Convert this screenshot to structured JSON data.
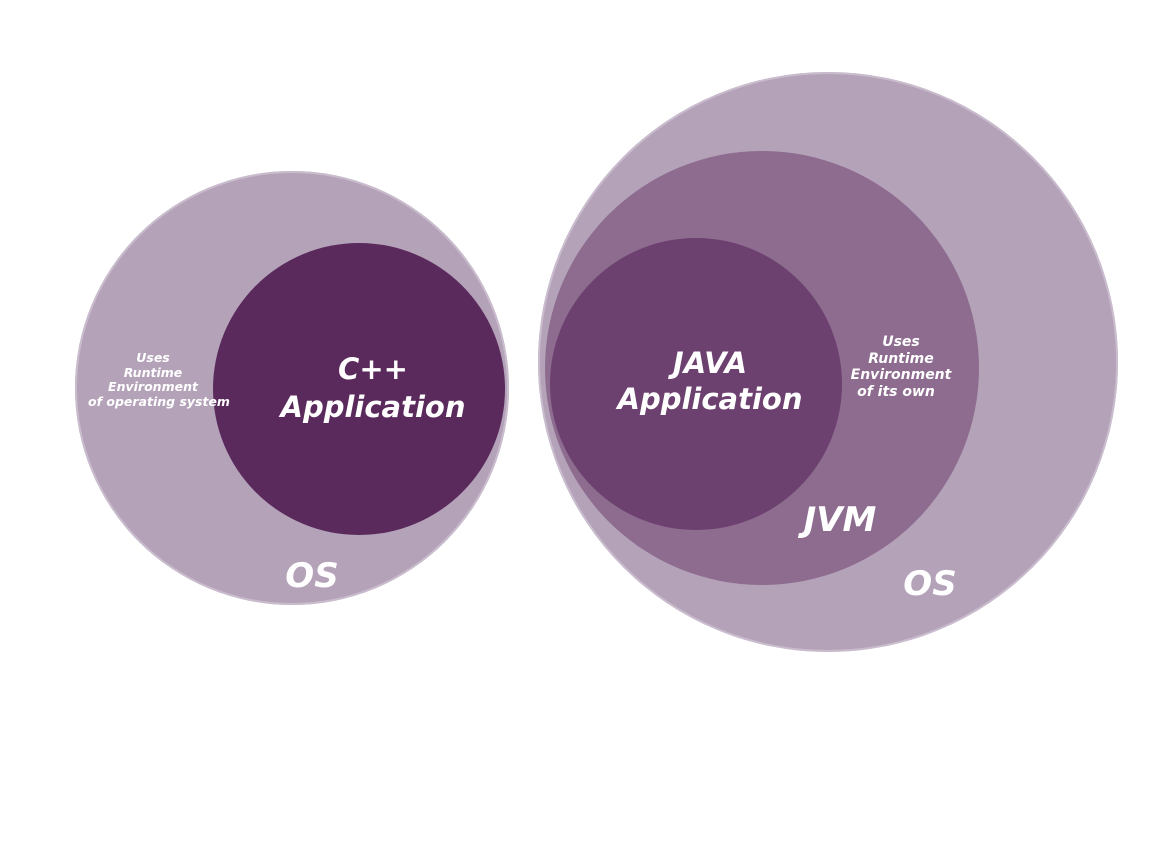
{
  "colors": {
    "os_outer": "#b4a2b9",
    "os_edge": "#c9bccd",
    "jvm": "#8d6c8f",
    "java_app": "#6c406f",
    "cpp_app": "#5a2a5d",
    "text": "#ffffff",
    "background": "#ffffff"
  },
  "cpp_diagram": {
    "os_label": "OS",
    "app_label_line1": "C++",
    "app_label_line2": "Application",
    "note_line1": "Uses",
    "note_line2": "Runtime",
    "note_line3": "Environment",
    "note_line4": "of operating system"
  },
  "java_diagram": {
    "os_label": "OS",
    "jvm_label": "JVM",
    "app_label_line1": "JAVA",
    "app_label_line2": "Application",
    "note_line1": "Uses",
    "note_line2": "Runtime",
    "note_line3": "Environment",
    "note_line4": "of its own"
  }
}
